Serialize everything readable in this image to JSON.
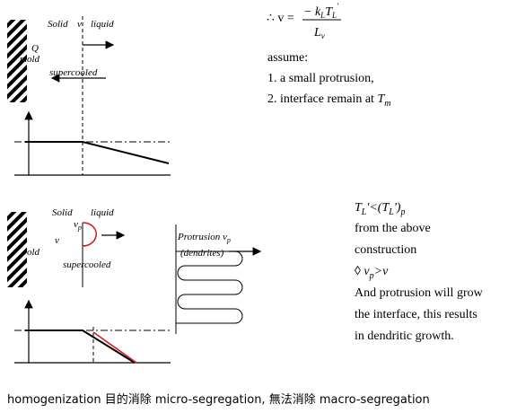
{
  "top_diagram": {
    "label_solid": "Solid",
    "label_v": "v",
    "label_liquid": "liquid",
    "label_Q": "Q",
    "label_mold": "mold",
    "label_supercooled": "supercooled"
  },
  "equation": {
    "therefore_v": "∴ v =",
    "numerator": "− k",
    "num_sub": "L",
    "num_T": "T",
    "num_T_sub": "L",
    "num_T_prime": "'",
    "denominator": "L",
    "den_sub": "v"
  },
  "assume": {
    "title": "assume:",
    "item1": "1. a small protrusion,",
    "item2_prefix": "2. interface remain at ",
    "item2_T": "T",
    "item2_sub": "m"
  },
  "bottom_diagram": {
    "label_solid": "Solid",
    "label_liquid": "liquid",
    "label_vp": "v",
    "label_vp_sub": "p",
    "label_v": "v",
    "label_old": "old",
    "label_supercooled": "supercooled",
    "protrusion_label": "Protrusion v",
    "protrusion_sub": "p",
    "dendrites_label": "(dendrites)"
  },
  "right_text": {
    "line1_a": "T",
    "line1_b": "L",
    "line1_c": "'<(T",
    "line1_d": "L",
    "line1_e": "')",
    "line1_f": "p",
    "line2": "from the above",
    "line3": "construction",
    "line4_a": "◊  v",
    "line4_b": "p",
    "line4_c": ">v",
    "line5": "And protrusion will grow",
    "line6": "the interface, this results",
    "line7": "in dendritic growth."
  },
  "footer": "homogenization 目的消除 micro-segregation, 無法消除 macro-segregation"
}
